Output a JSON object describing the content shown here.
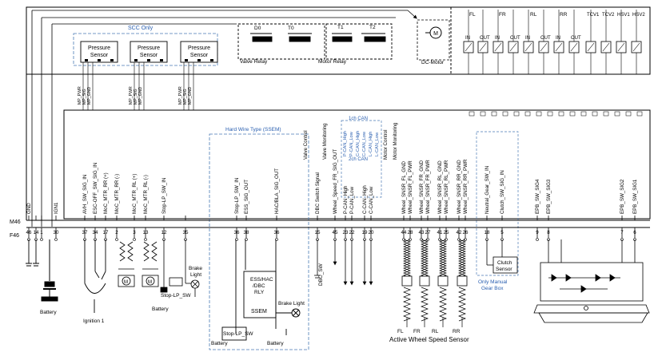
{
  "labels": {
    "scc_only": "SCC Only",
    "pressure_sensor": [
      "Pressure",
      "Sensor"
    ],
    "valve_relay": "Valve Relay",
    "motor_relay": "Motor Relay",
    "dc_motor": "DC-Motor",
    "motor_symbol": "M",
    "relay_names": [
      "D0",
      "T0",
      "T1",
      "T2"
    ],
    "valve_groups": [
      "FL",
      "FR",
      "RL",
      "RR"
    ],
    "valve_extra": [
      "TCV1",
      "TCV2",
      "HSV1",
      "HSV2"
    ],
    "valve_in": "IN",
    "valve_out": "OUT",
    "pressure_pins": [
      "MP_PWR",
      "MP_SIG",
      "MP_GND"
    ],
    "hard_wire": "Hard Wire Type (SSEM)",
    "can1": "1ch CAN",
    "can2": "2ch CAN",
    "m46": "M46",
    "f46": "F46",
    "battery": "Battery",
    "ignition": "Ignition 1",
    "brake_light": [
      "Brake",
      "Light"
    ],
    "stop_lp_sw": "Stop-LP_SW",
    "ess_relay": [
      "ESS/HAC",
      "/DBC",
      "RLY"
    ],
    "ssem": "SSEM",
    "brake_light_inline": "Brake Light",
    "dbc_sw": "DBC_SW",
    "wheel_labels": [
      "FL",
      "FR",
      "RL",
      "RR"
    ],
    "active_wheel": "Active Wheel Speed Sensor",
    "clutch_sensor": [
      "Clutch",
      "Sensor"
    ],
    "only_manual": [
      "Only Manual",
      "Gear Box"
    ]
  },
  "signals": [
    {
      "name": "GND",
      "pin": "46"
    },
    {
      "name": "",
      "pin": "14"
    },
    {
      "name": "",
      "pin": "1"
    },
    {
      "name": "IGN1",
      "pin": "30"
    },
    {
      "name": "AVH_SW_SIG_IN",
      "pin": "37"
    },
    {
      "name": "ESC-OFF_SW_SIG_IN",
      "pin": "34"
    },
    {
      "name": "MoC_MTR_RR (+)",
      "pin": "17"
    },
    {
      "name": "MoC_MTR_RR (-)",
      "pin": "2"
    },
    {
      "name": "MoC_MTR_RL (+)",
      "pin": "3"
    },
    {
      "name": "MoC_MTR_RL (-)",
      "pin": "13"
    },
    {
      "name": "Stop-LP_SW_IN",
      "pin": "12"
    },
    {
      "name": "",
      "pin": "35"
    },
    {
      "name": "Stop-LP_SW_IN",
      "pin": "36"
    },
    {
      "name": "ESS_SIG_OUT",
      "pin": "38"
    },
    {
      "name": "HAC/BLA_SIG_OUT",
      "pin": "36"
    },
    {
      "name": "DBC Switch Signal",
      "pin": "15"
    },
    {
      "name": "Wheel_Speed_FR_SIG_OUT",
      "pin": "45"
    },
    {
      "name": "P-CAN_High",
      "pin": "23"
    },
    {
      "name": "P-CAN_Low",
      "pin": "22"
    },
    {
      "name": "C-CAN_High",
      "pin": "19"
    },
    {
      "name": "C-CAN_Low",
      "pin": "20"
    },
    {
      "name": "Wheel_SNSR_FL_GND",
      "pin": "44"
    },
    {
      "name": "Wheel_SNSR_FL_PWR",
      "pin": "28"
    },
    {
      "name": "Wheel_SNSR_FR_GND",
      "pin": "43"
    },
    {
      "name": "Wheel_SNSR_FR_PWR",
      "pin": "27"
    },
    {
      "name": "Wheel_SNSR_RL_GND",
      "pin": "41"
    },
    {
      "name": "Wheel_SNSR_RL_PWR",
      "pin": "25"
    },
    {
      "name": "Wheel_SNSR_RR_GND",
      "pin": "42"
    },
    {
      "name": "Wheel_SNSR_RR_PWR",
      "pin": "26"
    },
    {
      "name": "Neutral_Gear_SW_IN",
      "pin": "18"
    },
    {
      "name": "Clutch_SW_SIG_IN",
      "pin": "5"
    },
    {
      "name": "EPB_SW_SIG4",
      "pin": "9"
    },
    {
      "name": "EPB_SW_SIG3",
      "pin": "8"
    },
    {
      "name": "EPB_SW_SIG2",
      "pin": "7"
    },
    {
      "name": "EPB_SW_SIG1",
      "pin": "6"
    }
  ],
  "upper_labels": [
    "Valve Control",
    "Valve Monitoring",
    "Motor Control",
    "Motor Monitoring"
  ],
  "can_inner": [
    "P-CAN_High",
    "P-CAN_Low",
    "C-CAN_High",
    "C-CAN_Low",
    "L-CAN_High",
    "L-CAN_Low"
  ]
}
